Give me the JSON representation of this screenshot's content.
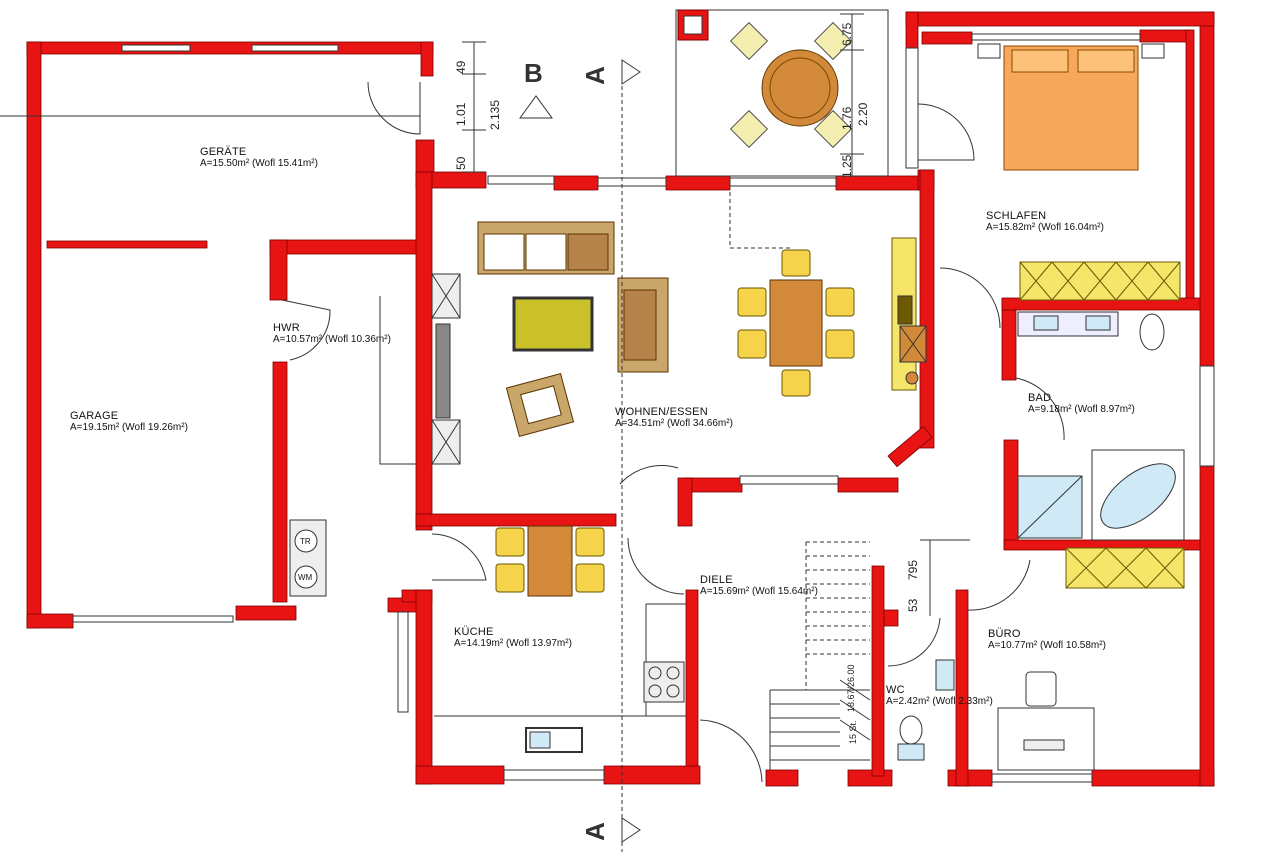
{
  "rooms": {
    "geraete": {
      "name": "GERÄTE",
      "area": "A=15.50m² (Wofl 15.41m²)"
    },
    "garage": {
      "name": "GARAGE",
      "area": "A=19.15m² (Wofl 19.26m²)"
    },
    "hwr": {
      "name": "HWR",
      "area": "A=10.57m² (Wofl 10.36m²)"
    },
    "wohnen": {
      "name": "WOHNEN/ESSEN",
      "area": "A=34.51m² (Wofl 34.66m²)"
    },
    "schlafen": {
      "name": "SCHLAFEN",
      "area": "A=15.82m² (Wofl 16.04m²)"
    },
    "bad": {
      "name": "BAD",
      "area": "A=9.18m² (Wofl 8.97m²)"
    },
    "kueche": {
      "name": "KÜCHE",
      "area": "A=14.19m² (Wofl 13.97m²)"
    },
    "diele": {
      "name": "DIELE",
      "area": "A=15.69m² (Wofl 15.64m²)"
    },
    "wc": {
      "name": "WC",
      "area": "A=2.42m² (Wofl 2.33m²)"
    },
    "buero": {
      "name": "BÜRO",
      "area": "A=10.77m² (Wofl 10.58m²)"
    }
  },
  "section_marks": {
    "a_top": "A",
    "a_bottom": "A",
    "b": "B"
  },
  "dimensions": {
    "d49": "49",
    "d101": "1.01",
    "d2135": "2.135",
    "d50": "50",
    "d675": "6.75",
    "d176": "1.76",
    "d220": "2.20",
    "d125": "1.25",
    "d795": "795",
    "d53": "53",
    "stair1": "18.67/26.00",
    "stair2": "15 St."
  },
  "appliances": {
    "dryer": "TR",
    "washer": "WM"
  },
  "colors": {
    "wall": "#e81414",
    "furniture": "#d28a3a",
    "chair": "#f5d34a",
    "bed": "#f7a85a"
  }
}
